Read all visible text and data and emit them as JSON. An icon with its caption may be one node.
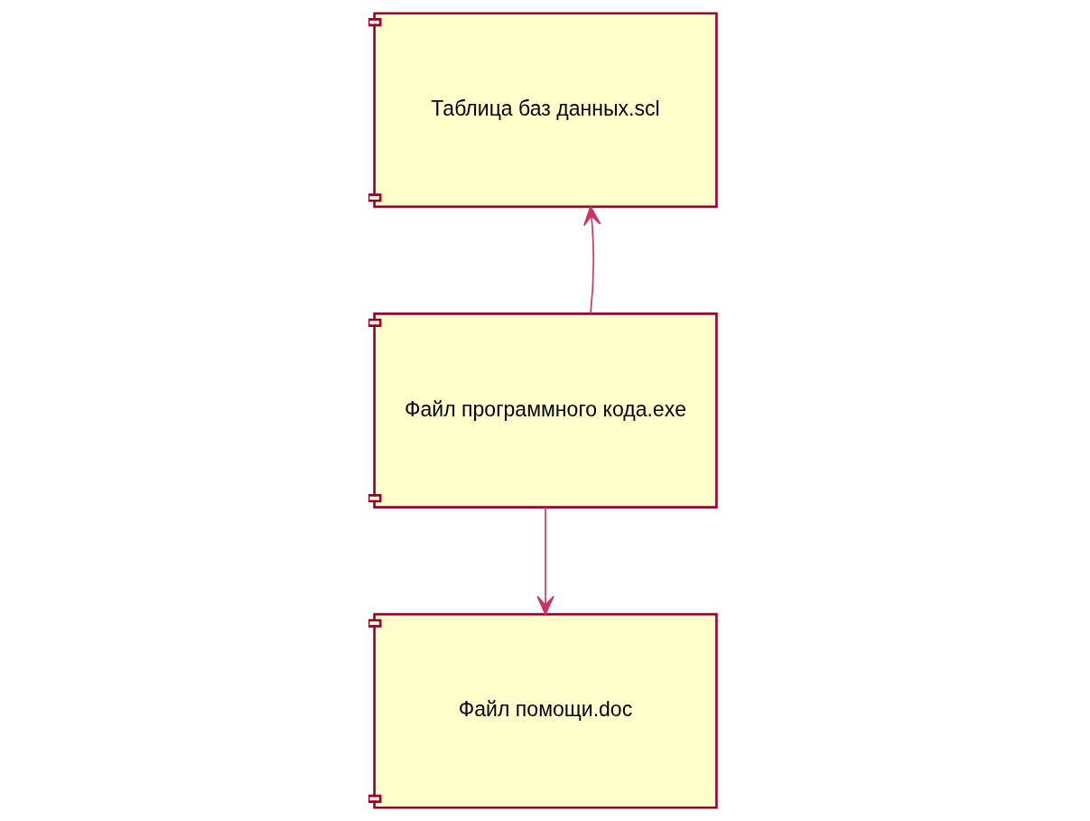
{
  "diagram": {
    "nodes": [
      {
        "text": [
          "Таблица баз данных.scl"
        ]
      },
      {
        "text": [
          "Файл программного кода.exe"
        ]
      },
      {
        "text": [
          "Файл помощи.doc"
        ]
      }
    ],
    "edges": [
      {
        "from": 1,
        "to": 0,
        "arrow": "to"
      },
      {
        "from": 1,
        "to": 2,
        "arrow": "to"
      }
    ]
  }
}
